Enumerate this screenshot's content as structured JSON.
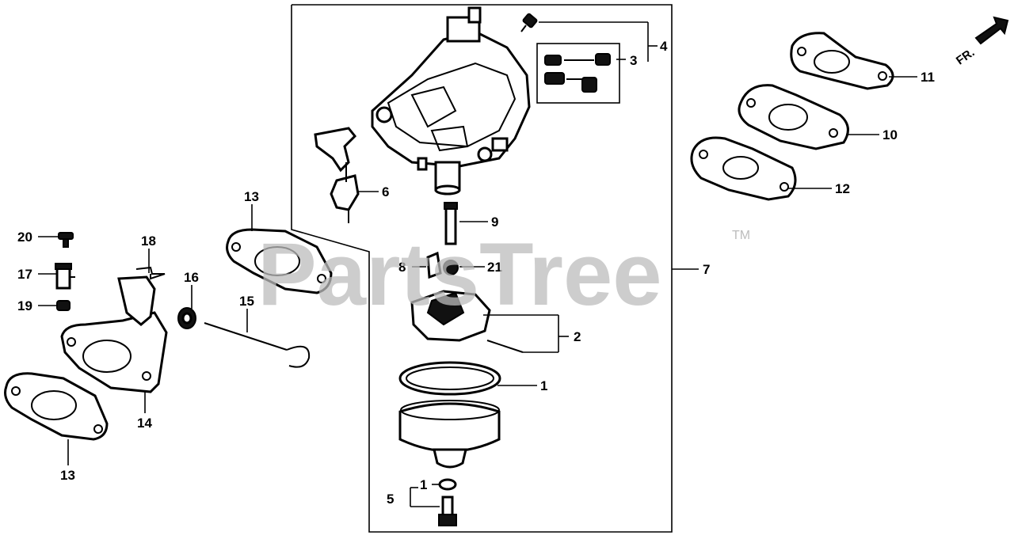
{
  "watermark": {
    "text": "PartsTree",
    "trademark": "TM"
  },
  "front_marker": "FR.",
  "callouts": {
    "c1": "1",
    "c1b": "1",
    "c2": "2",
    "c3": "3",
    "c4": "4",
    "c5": "5",
    "c6": "6",
    "c7": "7",
    "c8": "8",
    "c9": "9",
    "c10": "10",
    "c11": "11",
    "c12": "12",
    "c13a": "13",
    "c13b": "13",
    "c14": "14",
    "c15": "15",
    "c16": "16",
    "c17": "17",
    "c18": "18",
    "c19": "19",
    "c20": "20",
    "c21": "21"
  }
}
